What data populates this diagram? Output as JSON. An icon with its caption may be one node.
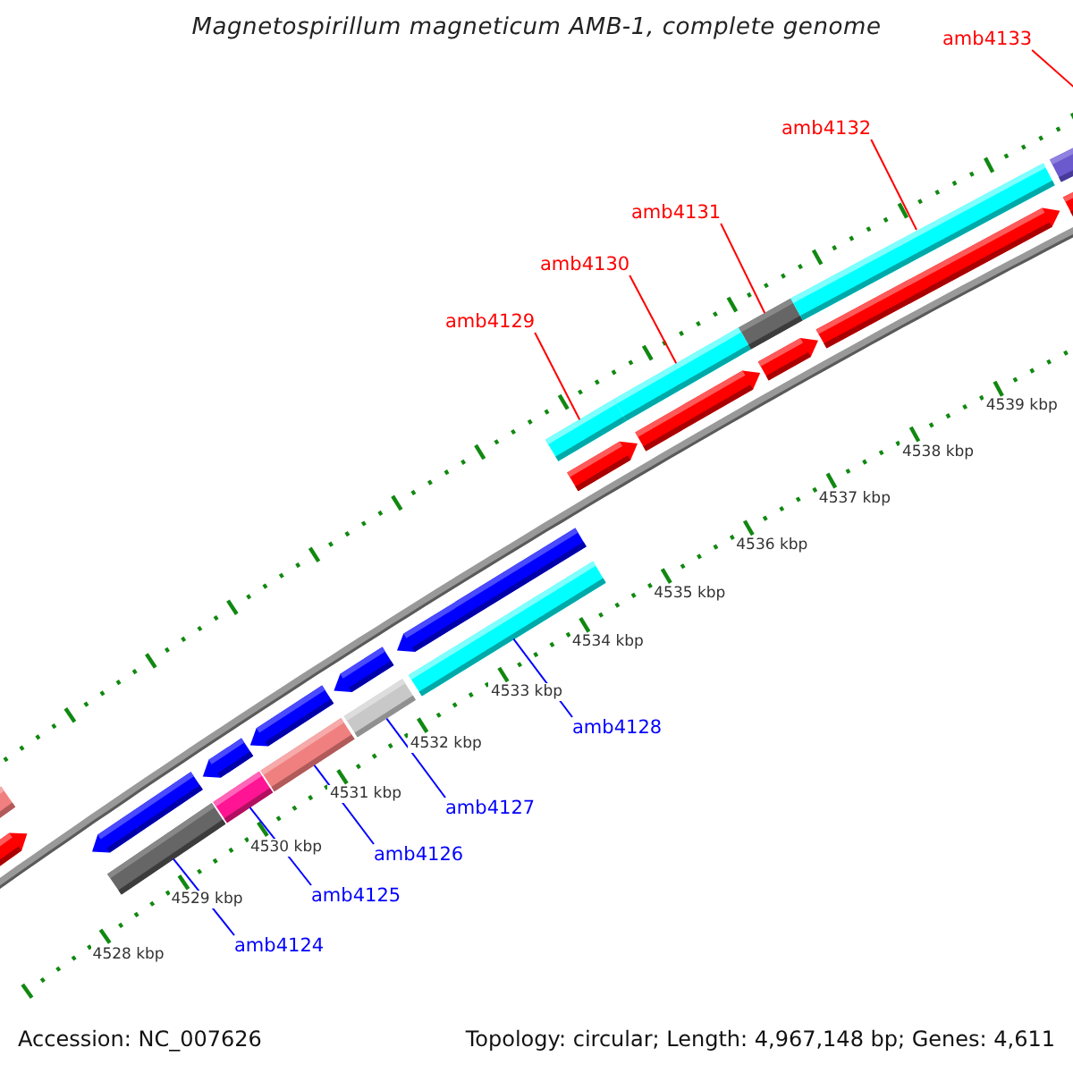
{
  "diagram": {
    "title": "Magnetospirillum magneticum AMB-1, complete genome",
    "nodes": [
      {
        "text": [
          "amb4133"
        ]
      },
      {
        "text": [
          "amb4132"
        ]
      },
      {
        "text": [
          "amb4131"
        ]
      },
      {
        "text": [
          "amb4130"
        ]
      },
      {
        "text": [
          "amb4129"
        ]
      },
      {
        "text": [
          "amb4128"
        ]
      },
      {
        "text": [
          "amb4127"
        ]
      },
      {
        "text": [
          "amb4126"
        ]
      },
      {
        "text": [
          "amb4125"
        ]
      },
      {
        "text": [
          "amb4124"
        ]
      },
      {
        "text": [],
        "shape": "bar"
      },
      {
        "text": [],
        "shape": "bar"
      },
      {
        "text": [],
        "shape": "bar"
      },
      {
        "text": [],
        "shape": "bar"
      },
      {
        "text": [],
        "shape": "bar"
      },
      {
        "text": [],
        "shape": "bar"
      },
      {
        "text": [],
        "shape": "bar"
      },
      {
        "text": [],
        "shape": "bar"
      },
      {
        "text": [],
        "shape": "bar"
      },
      {
        "text": [],
        "shape": "bar"
      }
    ],
    "edges": [
      {
        "from": 0,
        "to": 19,
        "arrow": "none",
        "color": "#ff0000"
      },
      {
        "from": 1,
        "to": 18,
        "arrow": "none",
        "color": "#ff0000"
      },
      {
        "from": 2,
        "to": 17,
        "arrow": "none",
        "color": "#ff0000"
      },
      {
        "from": 3,
        "to": 16,
        "arrow": "none",
        "color": "#ff0000"
      },
      {
        "from": 4,
        "to": 15,
        "arrow": "none",
        "color": "#ff0000"
      },
      {
        "from": 5,
        "to": 14,
        "arrow": "none",
        "color": "#0000ff"
      },
      {
        "from": 6,
        "to": 13,
        "arrow": "none",
        "color": "#0000ff"
      },
      {
        "from": 7,
        "to": 12,
        "arrow": "none",
        "color": "#0000ff"
      },
      {
        "from": 8,
        "to": 11,
        "arrow": "none",
        "color": "#0000ff"
      },
      {
        "from": 9,
        "to": 10,
        "arrow": "none",
        "color": "#0000ff"
      }
    ],
    "labels": [
      "4539 kbp",
      "4538 kbp",
      "4537 kbp",
      "4536 kbp",
      "4535 kbp",
      "4534 kbp",
      "4533 kbp",
      "4532 kbp",
      "4531 kbp",
      "4530 kbp",
      "4529 kbp",
      "4528 kbp",
      "Accession: NC_007626",
      "Topology: circular; Length: 4,967,148 bp; Genes: 4,611"
    ]
  }
}
